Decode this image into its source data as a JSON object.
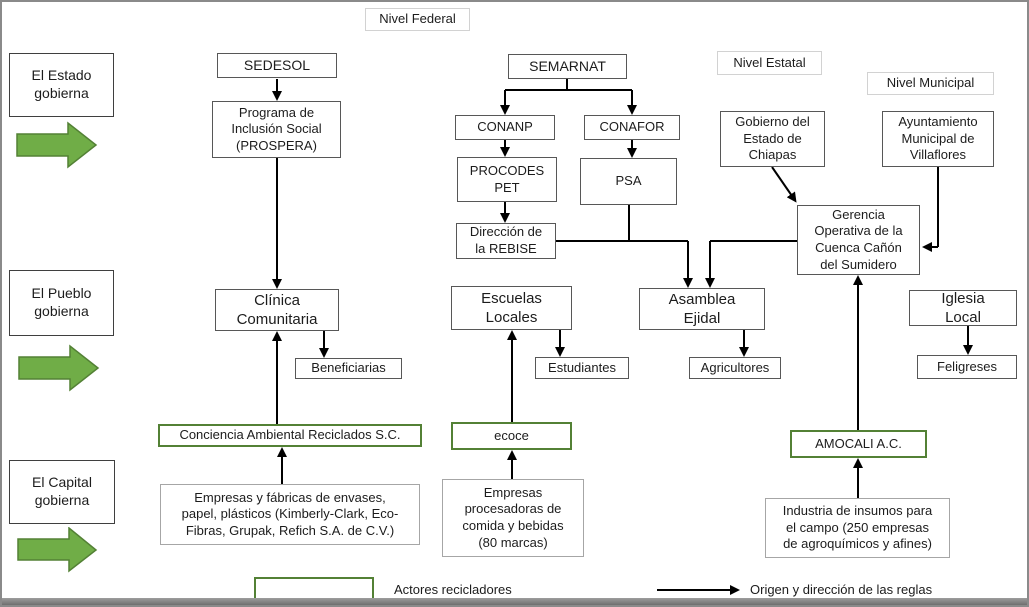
{
  "bands": {
    "federal": "Nivel Federal",
    "estatal": "Nivel Estatal",
    "municipal": "Nivel Municipal"
  },
  "rows": {
    "estado": "El Estado\ngobierna",
    "pueblo": "El Pueblo\ngobierna",
    "capital": "El Capital\ngobierna"
  },
  "nodes": {
    "sedesol": "SEDESOL",
    "prospera": "Programa de\nInclusión Social\n(PROSPERA)",
    "semarnat": "SEMARNAT",
    "conanp": "CONANP",
    "conafor": "CONAFOR",
    "procodes": "PROCODES\nPET",
    "psa": "PSA",
    "rebise": "Dirección de\nla REBISE",
    "gob_chiapas": "Gobierno del\nEstado de\nChiapas",
    "ayuntamiento": "Ayuntamiento\nMunicipal de\nVillaflores",
    "gerencia": "Gerencia\nOperativa de la\nCuenca Cañón\ndel Sumidero",
    "clinica": "Clínica\nComunitaria",
    "beneficiarias": "Beneficiarias",
    "escuelas": "Escuelas\nLocales",
    "estudiantes": "Estudiantes",
    "asamblea": "Asamblea\nEjidal",
    "agricultores": "Agricultores",
    "iglesia": "Iglesia\nLocal",
    "feligreses": "Feligreses",
    "conciencia": "Conciencia Ambiental Reciclados S.C.",
    "ecoce": "ecoce",
    "amocali": "AMOCALI A.C.",
    "empresas_envases": "Empresas y fábricas de envases,\npapel, plásticos (Kimberly-Clark, Eco-\nFibras, Grupak, Refich S.A. de C.V.)",
    "empresas_comida": "Empresas\nprocesadoras de\ncomida y bebidas\n(80 marcas)",
    "industria_insumos": "Industria de insumos para\nel campo (250 empresas\nde agroquímicos y afines)"
  },
  "legend": {
    "recicladores": "Actores recicladores",
    "reglas": "Origen y dirección de las reglas"
  },
  "colors": {
    "green_border": "#538135",
    "green_arrow_fill": "#70ad47",
    "line": "#000000"
  }
}
